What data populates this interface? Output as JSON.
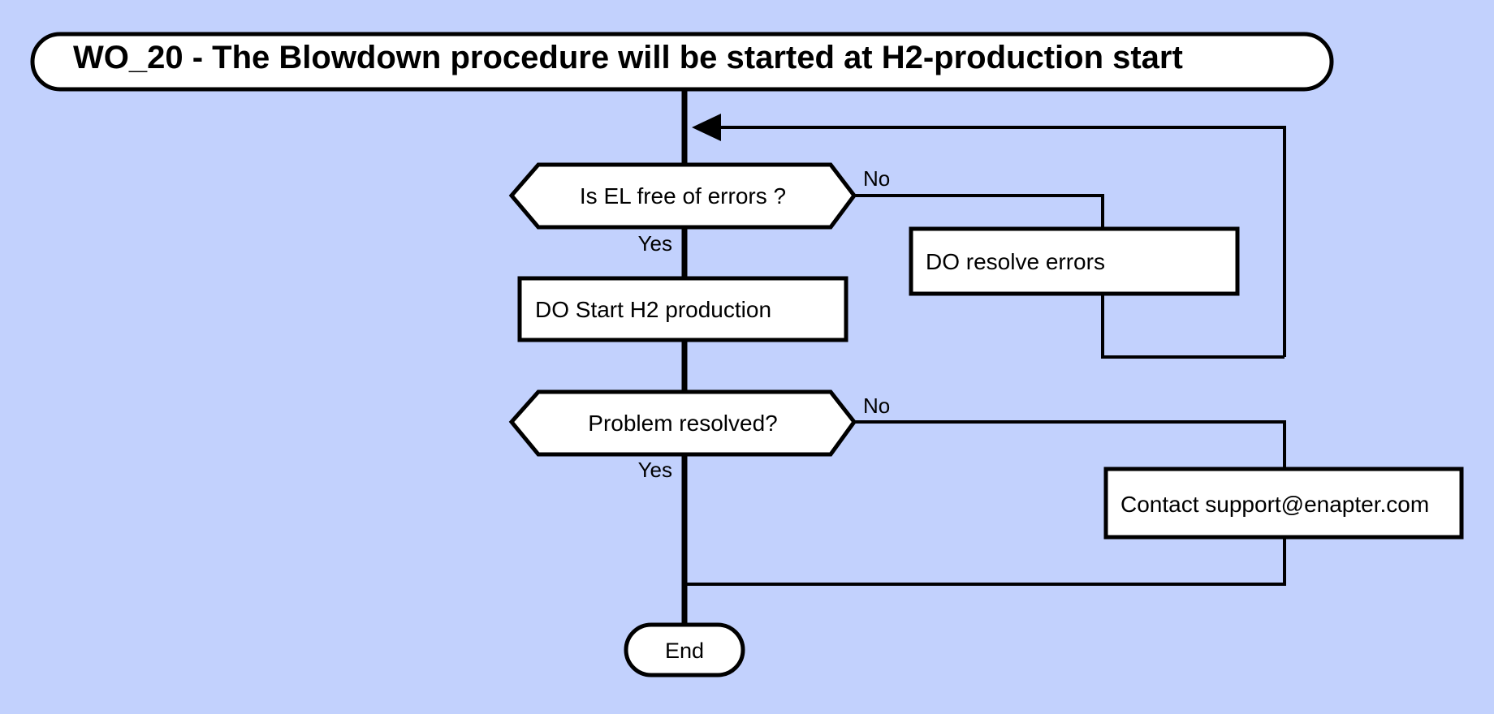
{
  "diagram": {
    "kind": "flowchart",
    "background_color": "#c2d1fd",
    "shape_fill_color": "#ffffff",
    "line_color": "#000000",
    "title": "WO_20 - The Blowdown procedure will be started at H2-production start",
    "nodes": {
      "title_banner": {
        "label": "WO_20 - The Blowdown procedure will be started at H2-production start",
        "shape": "rounded-pill"
      },
      "decision_errors": {
        "label": "Is EL free of errors ?",
        "shape": "hexagon"
      },
      "action_start_h2": {
        "label": "DO Start H2 production",
        "shape": "rectangle"
      },
      "action_resolve_errors": {
        "label": "DO resolve errors",
        "shape": "rectangle"
      },
      "decision_problem_resolved": {
        "label": "Problem resolved?",
        "shape": "hexagon"
      },
      "action_contact_support": {
        "label": "Contact support@enapter.com",
        "shape": "rectangle"
      },
      "terminator_end": {
        "label": "End",
        "shape": "rounded-pill"
      }
    },
    "edge_labels": {
      "errors_no": "No",
      "errors_yes": "Yes",
      "problem_no": "No",
      "problem_yes": "Yes"
    },
    "icons": {
      "loop_back_arrow": "arrow-left-icon"
    }
  }
}
